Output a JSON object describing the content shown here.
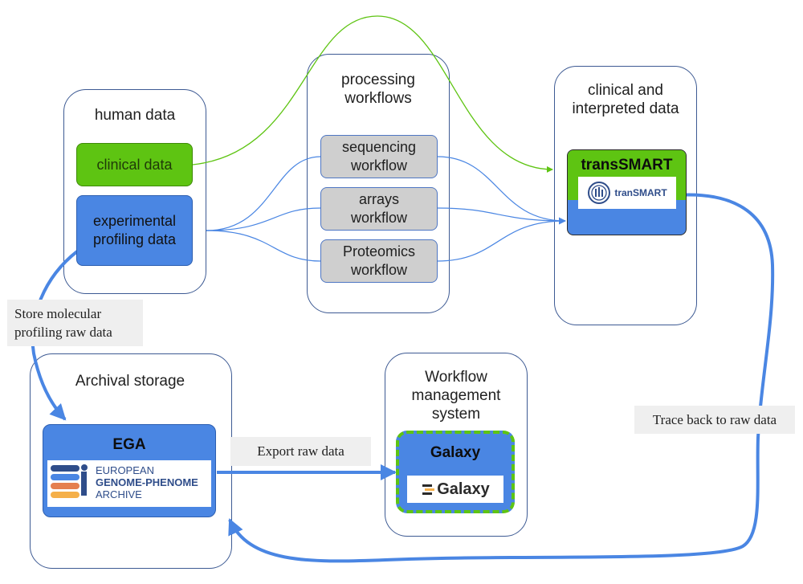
{
  "groups": {
    "human": {
      "title": "human data"
    },
    "processing": {
      "title": "processing workflows"
    },
    "clinical": {
      "title": "clinical and interpreted data"
    },
    "archival": {
      "title": "Archival storage"
    },
    "workflow_mgmt": {
      "title": "Workflow management system"
    }
  },
  "nodes": {
    "clinical_data": "clinical data",
    "experimental": "experimental profiling data",
    "sequencing": "sequencing workflow",
    "arrays": "arrays workflow",
    "proteomics": "Proteomics workflow",
    "transmart_title": "transSMART",
    "transmart_logo": "tranSMART",
    "ega_title": "EGA",
    "ega_logo_lines": [
      "EUROPEAN",
      "GENOME-PHENOME",
      "ARCHIVE"
    ],
    "galaxy_title": "Galaxy",
    "galaxy_logo": "Galaxy"
  },
  "edge_labels": {
    "store": "Store molecular profiling raw data",
    "export": "Export raw data",
    "trace": "Trace back to raw data"
  },
  "colors": {
    "green": "#5ec412",
    "blue": "#4a86e3",
    "border": "#3d5a93",
    "label_bg": "#efefef"
  }
}
